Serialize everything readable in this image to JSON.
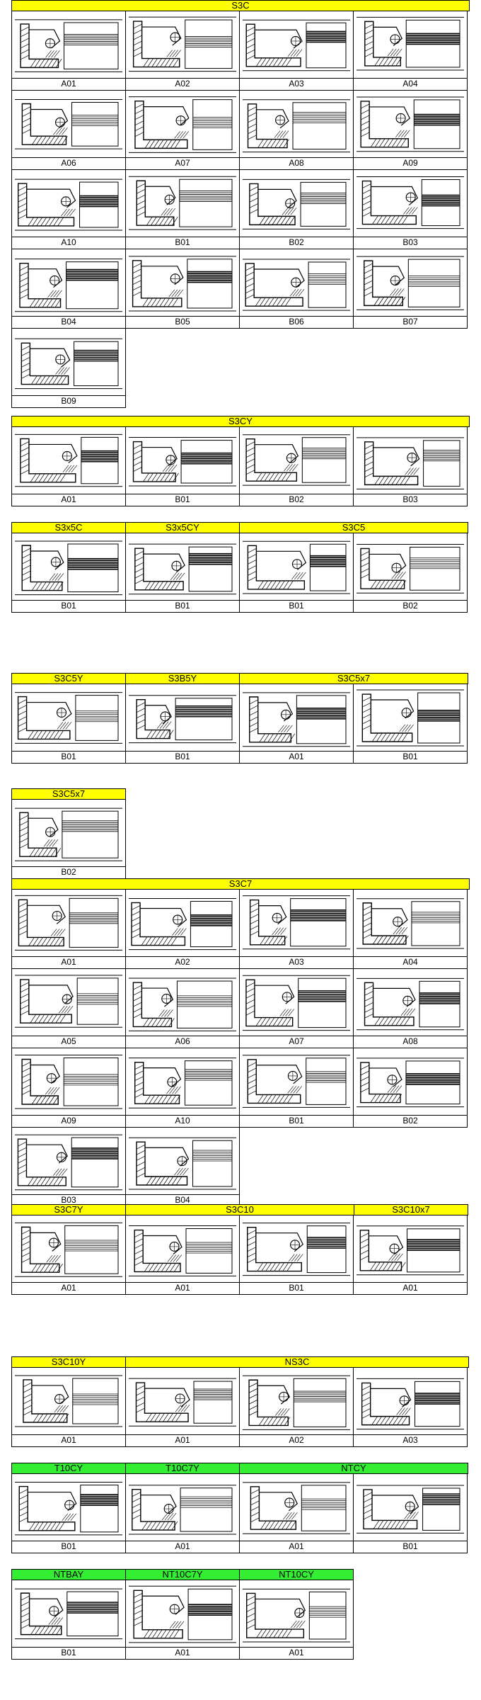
{
  "sections": [
    {
      "color": "yellow",
      "headers": [
        {
          "text": "S3C",
          "span": 4
        }
      ],
      "rows": [
        [
          "A01",
          "A02",
          "A03",
          "A04"
        ],
        [
          "A06",
          "A07",
          "A08",
          "A09"
        ],
        [
          "A10",
          "B01",
          "B02",
          "B03"
        ],
        [
          "B04",
          "B05",
          "B06",
          "B07"
        ],
        [
          "B09"
        ]
      ]
    },
    {
      "color": "yellow",
      "headers": [
        {
          "text": "S3CY",
          "span": 4
        }
      ],
      "rows": [
        [
          "A01",
          "B01",
          "B02",
          "B03"
        ]
      ]
    },
    {
      "color": "yellow",
      "headers": [
        {
          "text": "S3x5C",
          "span": 1
        },
        {
          "text": "S3x5CY",
          "span": 1
        },
        {
          "text": "S3C5",
          "span": 2
        }
      ],
      "rows": [
        [
          "B01",
          "B01",
          "B01",
          "B02"
        ]
      ]
    },
    {
      "color": "yellow",
      "headers": [
        {
          "text": "S3C5Y",
          "span": 1
        },
        {
          "text": "S3B5Y",
          "span": 1
        },
        {
          "text": "S3C5x7",
          "span": 2
        }
      ],
      "rows": [
        [
          "B01",
          "B01",
          "A01",
          "B01"
        ]
      ]
    },
    {
      "color": "yellow",
      "headers": [
        {
          "text": "S3C5x7",
          "span": 1
        }
      ],
      "rows": [
        [
          "B02"
        ]
      ]
    },
    {
      "color": "yellow",
      "headers": [
        {
          "text": "S3C7",
          "span": 4
        }
      ],
      "rows": [
        [
          "A01",
          "A02",
          "A03",
          "A04"
        ],
        [
          "A05",
          "A06",
          "A07",
          "A08"
        ],
        [
          "A09",
          "A10",
          "B01",
          "B02"
        ],
        [
          "B03",
          "B04"
        ]
      ]
    },
    {
      "color": "yellow",
      "headers": [
        {
          "text": "S3C7Y",
          "span": 1
        },
        {
          "text": "S3C10",
          "span": 2
        },
        {
          "text": "S3C10x7",
          "span": 1
        }
      ],
      "rows": [
        [
          "A01",
          "A01",
          "B01",
          "A01"
        ]
      ]
    },
    {
      "color": "yellow",
      "headers": [
        {
          "text": "S3C10Y",
          "span": 1
        },
        {
          "text": "NS3C",
          "span": 3
        }
      ],
      "rows": [
        [
          "A01",
          "A01",
          "A02",
          "A03"
        ]
      ]
    },
    {
      "color": "green",
      "headers": [
        {
          "text": "T10CY",
          "span": 1
        },
        {
          "text": "T10C7Y",
          "span": 1
        },
        {
          "text": "NTCY",
          "span": 2
        }
      ],
      "rows": [
        [
          "B01",
          "A01",
          "A01",
          "B01"
        ]
      ]
    },
    {
      "color": "green",
      "headers": [
        {
          "text": "NTBAY",
          "span": 1
        },
        {
          "text": "NT10C7Y",
          "span": 1
        },
        {
          "text": "NT10CY",
          "span": 1
        }
      ],
      "rows": [
        [
          "B01",
          "A01",
          "A01"
        ]
      ]
    }
  ]
}
